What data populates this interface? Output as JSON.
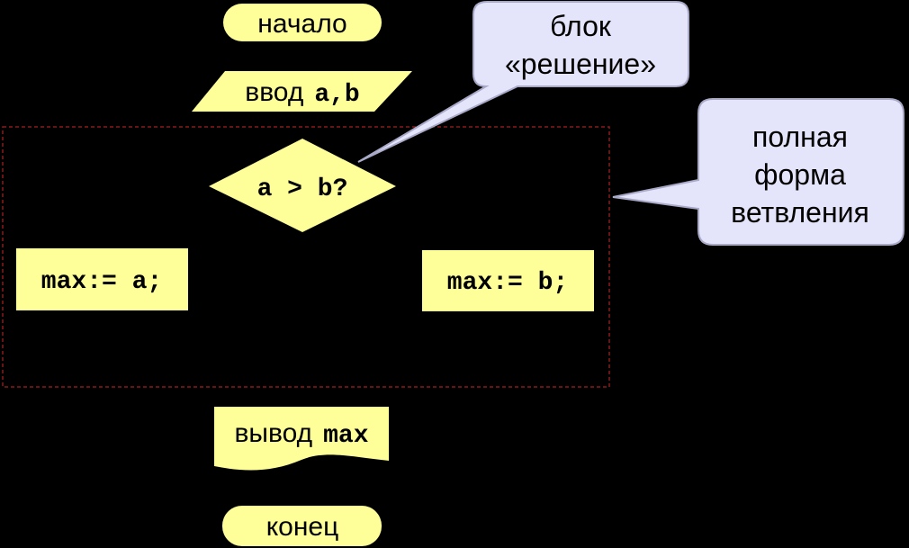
{
  "colors": {
    "background": "#000000",
    "block_fill": "#FFFF99",
    "callout_fill": "#E4E4FB",
    "callout_border": "#A9A9C8",
    "frame": "#8B1A1A"
  },
  "flowchart": {
    "start": "начало",
    "input_prefix": "ввод",
    "input_vars": "a,b",
    "decision": "a > b?",
    "left_action": "max:= a;",
    "right_action": "max:= b;",
    "output_prefix": "вывод",
    "output_var": "max",
    "end": "конец"
  },
  "callouts": {
    "decision_block": [
      "блок",
      "«решение»"
    ],
    "full_branch": [
      "полная",
      "форма",
      "ветвления"
    ]
  }
}
